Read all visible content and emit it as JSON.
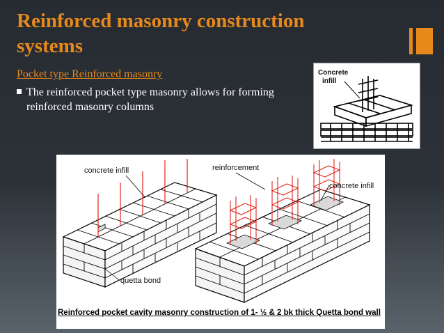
{
  "slide": {
    "title": "Reinforced masonry construction systems",
    "subheading": "Pocket type Reinforced masonry",
    "bullet": "The reinforced pocket type masonry allows for forming reinforced masonry columns"
  },
  "small_figure": {
    "label_line1": "Concrete",
    "label_line2": "infill"
  },
  "main_figure": {
    "label_concrete_infill_left": "concrete infill",
    "label_reinforcement": "reinforcement",
    "label_concrete_infill_right": "concrete infill",
    "label_quetta_bond": "quetta bond",
    "caption": "Reinforced pocket cavity masonry construction of 1- ½ & 2 bk thick Quetta bond wall"
  },
  "colors": {
    "accent": "#e8891c",
    "rebar": "#e2231a"
  }
}
